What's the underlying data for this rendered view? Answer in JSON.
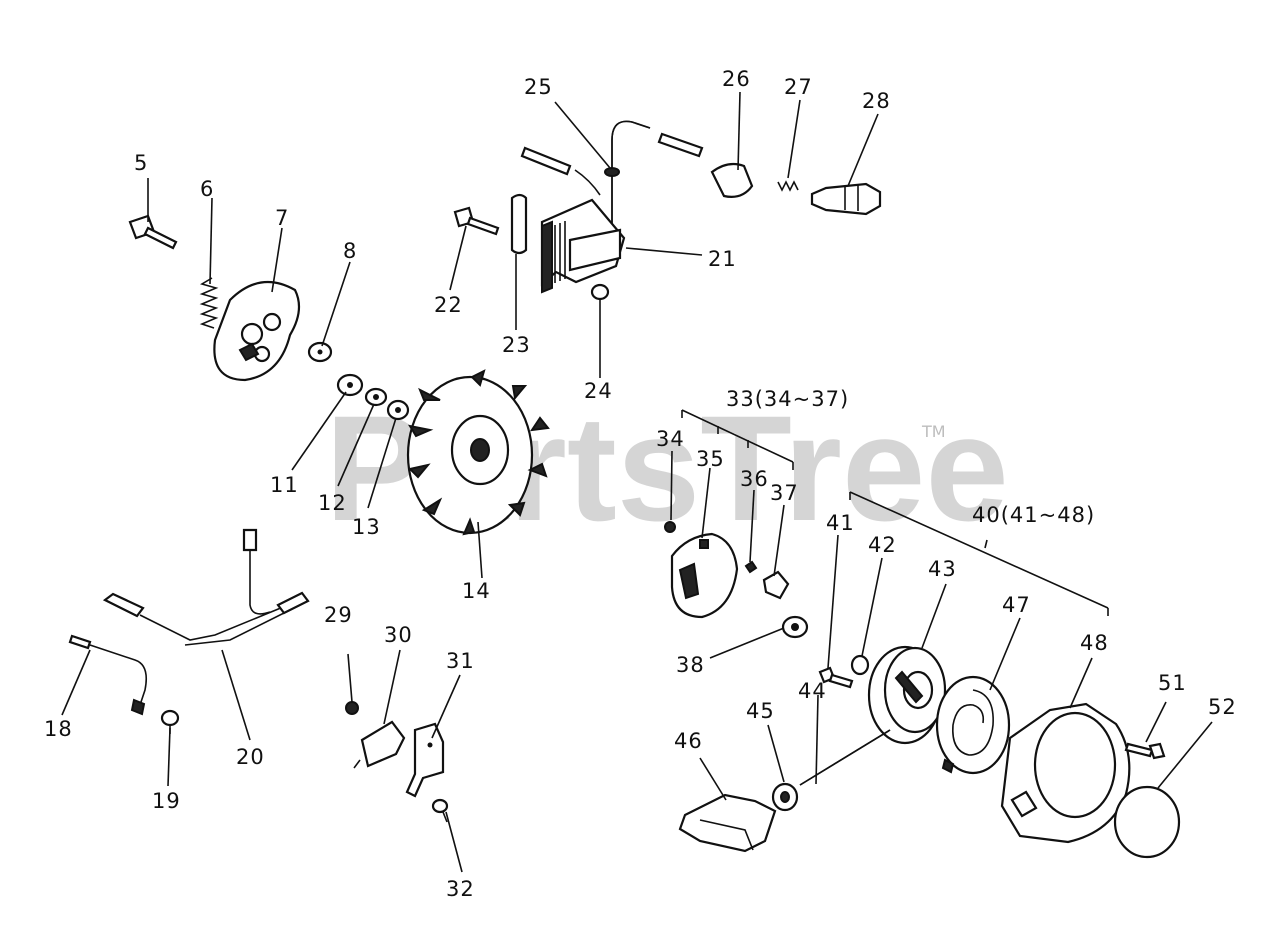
{
  "watermark": {
    "text": "PartsTree",
    "trademark": "TM"
  },
  "labels": {
    "l5": "5",
    "l6": "6",
    "l7": "7",
    "l8": "8",
    "l11": "11",
    "l12": "12",
    "l13": "13",
    "l14": "14",
    "l18": "18",
    "l19": "19",
    "l20": "20",
    "l21": "21",
    "l22": "22",
    "l23": "23",
    "l24": "24",
    "l25": "25",
    "l26": "26",
    "l27": "27",
    "l28": "28",
    "l29": "29",
    "l30": "30",
    "l31": "31",
    "l32": "32",
    "l33": "33(34~37)",
    "l34": "34",
    "l35": "35",
    "l36": "36",
    "l37": "37",
    "l38": "38",
    "l40": "40(41~48)",
    "l41": "41",
    "l42": "42",
    "l43": "43",
    "l44": "44",
    "l45": "45",
    "l46": "46",
    "l47": "47",
    "l48": "48",
    "l51": "51",
    "l52": "52"
  }
}
